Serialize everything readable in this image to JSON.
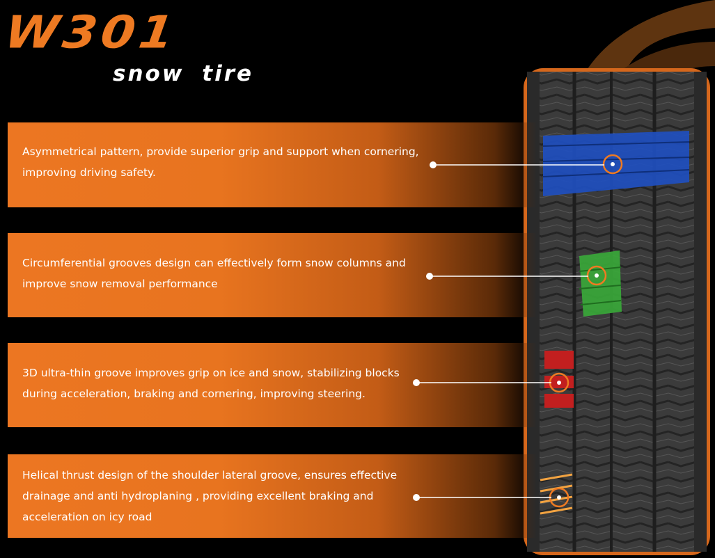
{
  "header": {
    "model": "W301",
    "subtitle": "snow tire"
  },
  "features": [
    {
      "text": "Asymmetrical pattern, provide superior grip and support when cornering, improving driving safety.",
      "highlight_color": "#1f4fbf"
    },
    {
      "text": "Circumferential grooves design can effectively form snow columns and improve snow removal performance",
      "highlight_color": "#3aa83a"
    },
    {
      "text": "3D ultra-thin groove improves grip on ice and snow, stabilizing blocks during acceleration, braking and cornering, improving steering.",
      "highlight_color": "#c21f1f"
    },
    {
      "text": "Helical thrust design of the shoulder lateral groove, ensures effective drainage and anti hydroplaning , providing excellent braking and acceleration on icy road",
      "highlight_color": "#f2a341"
    }
  ],
  "colors": {
    "accent": "#ee7a22",
    "background": "#000000",
    "text": "#ffffff"
  }
}
